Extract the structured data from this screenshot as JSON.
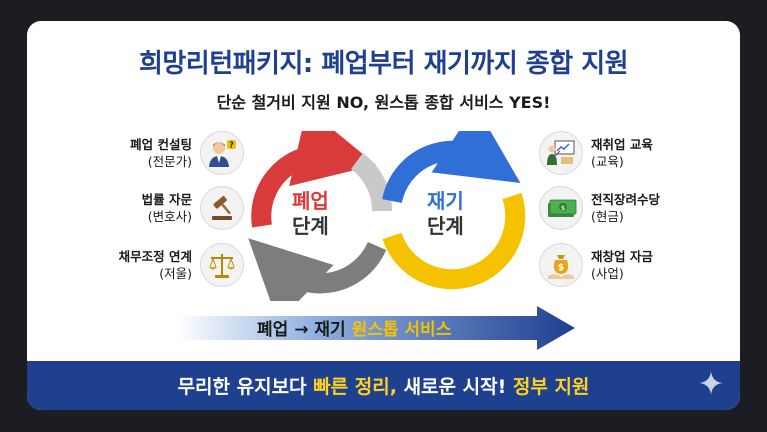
{
  "title": "희망리턴패키지: 폐업부터 재기까지 종합 지원",
  "subtitle": "단순 철거비 지원 NO, 원스톱 종합 서비스 YES!",
  "left_items": [
    {
      "main": "폐업 컨설팅",
      "sub": "(전문가)",
      "icon": "consultant-icon"
    },
    {
      "main": "법률 자문",
      "sub": "(변호사)",
      "icon": "gavel-icon"
    },
    {
      "main": "채무조정 연계",
      "sub": "(저울)",
      "icon": "scales-icon"
    }
  ],
  "right_items": [
    {
      "main": "재취업 교육",
      "sub": "(교육)",
      "icon": "training-icon"
    },
    {
      "main": "전직장려수당",
      "sub": "(현금)",
      "icon": "cash-icon"
    },
    {
      "main": "재창업 자금",
      "sub": "(사업)",
      "icon": "money-bag-icon"
    }
  ],
  "stage_left": {
    "line1": "폐업",
    "line2": "단계"
  },
  "stage_right": {
    "line1": "재기",
    "line2": "단계"
  },
  "banner": {
    "prefix": "폐업 → 재기",
    "highlight": "원스톱 서비스"
  },
  "bottom": {
    "part1": "무리한 유지보다",
    "highlight1": "빠른 정리,",
    "part2": "새로운 시작!",
    "highlight2": "정부 지원"
  },
  "colors": {
    "navy": "#1f3f8f",
    "red": "#d93a3a",
    "blue": "#2f6fd6",
    "yellow": "#f5c200",
    "gray": "#8a8a8a"
  }
}
